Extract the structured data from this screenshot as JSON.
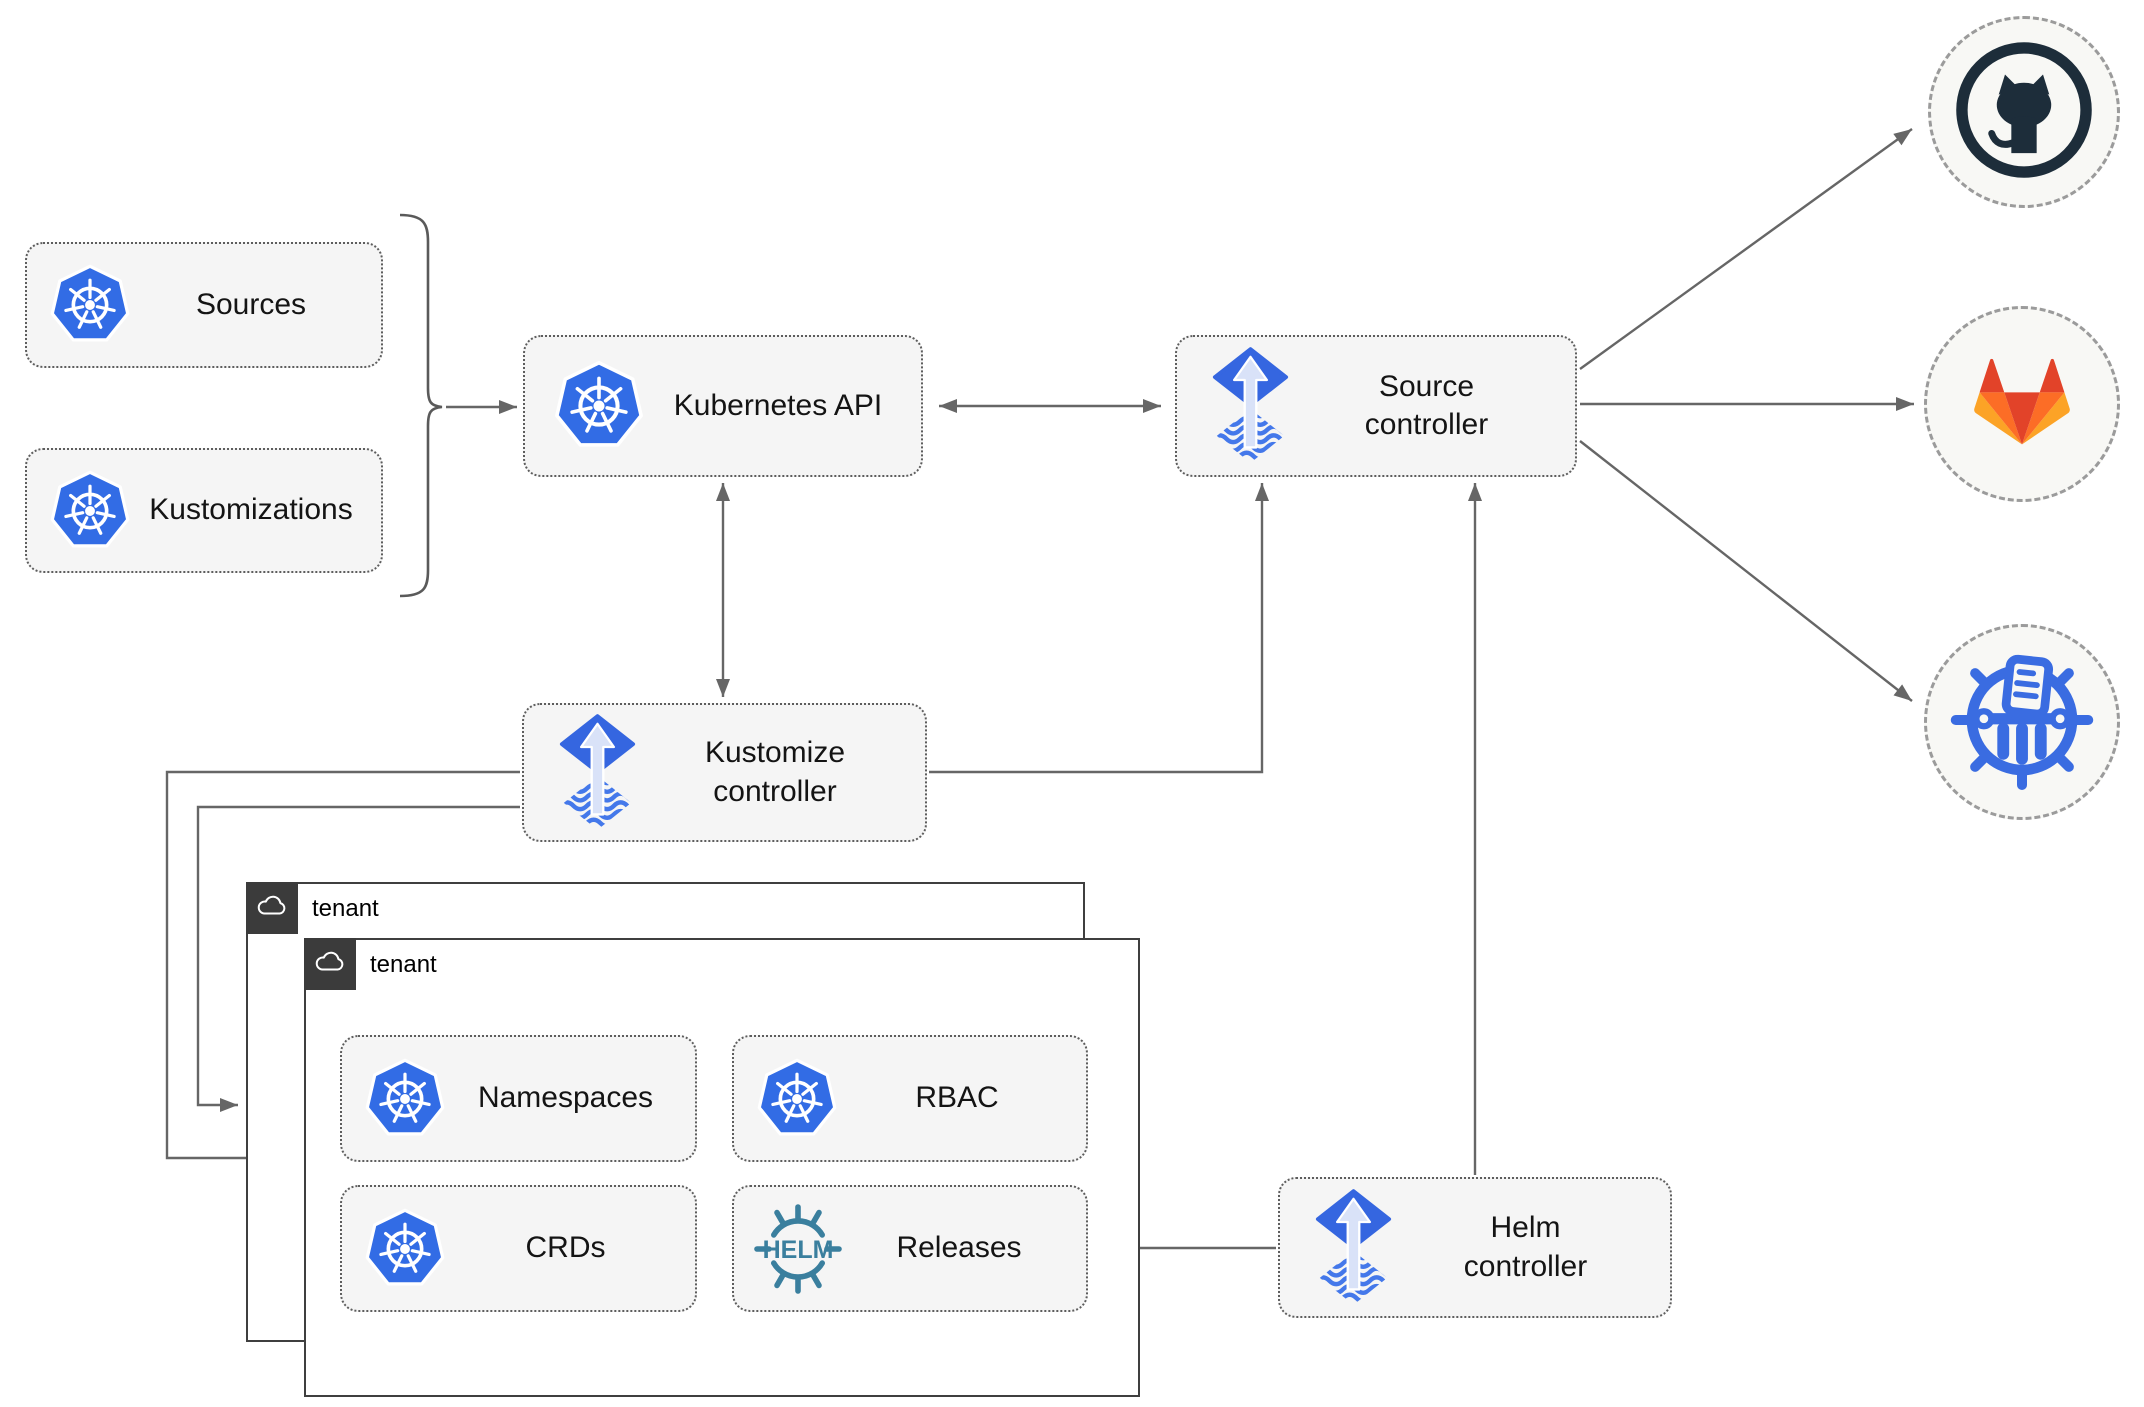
{
  "diagram": {
    "nodes": {
      "sources": {
        "label": "Sources",
        "icon": "kubernetes-logo"
      },
      "kustomizations": {
        "label": "Kustomizations",
        "icon": "kubernetes-logo"
      },
      "kubernetes_api": {
        "label": "Kubernetes API",
        "icon": "kubernetes-logo"
      },
      "source_controller": {
        "label": "Source\ncontroller",
        "icon": "flux-logo"
      },
      "kustomize_controller": {
        "label": "Kustomize\ncontroller",
        "icon": "flux-logo"
      },
      "helm_controller": {
        "label": "Helm\ncontroller",
        "icon": "flux-logo"
      },
      "namespaces": {
        "label": "Namespaces",
        "icon": "kubernetes-logo"
      },
      "rbac": {
        "label": "RBAC",
        "icon": "kubernetes-logo"
      },
      "crds": {
        "label": "CRDs",
        "icon": "kubernetes-logo"
      },
      "releases": {
        "label": "Releases",
        "icon": "helm-logo",
        "icon_text": "HELM"
      }
    },
    "groups": {
      "tenant_back": {
        "label": "tenant",
        "icon": "cloud-icon"
      },
      "tenant_front": {
        "label": "tenant",
        "icon": "cloud-icon"
      }
    },
    "externals": {
      "github": {
        "icon": "github-logo"
      },
      "gitlab": {
        "icon": "gitlab-logo"
      },
      "chart_repository": {
        "icon": "chartmuseum-logo"
      }
    },
    "colors": {
      "kubernetes_blue": "#326ce5",
      "flux_blue": "#3566e0",
      "flux_arrow_light": "#d9e2f8",
      "helm_teal": "#3a7f9e",
      "github_dark": "#1d2d3a",
      "gitlab_red": "#e24329",
      "gitlab_orange": "#fc6d26",
      "gitlab_light_orange": "#fca326",
      "chartmuseum_blue": "#3a6ce1",
      "connector_gray": "#666666",
      "node_fill": "#f5f5f5",
      "tenant_tab_dark": "#3b3b3b"
    }
  }
}
